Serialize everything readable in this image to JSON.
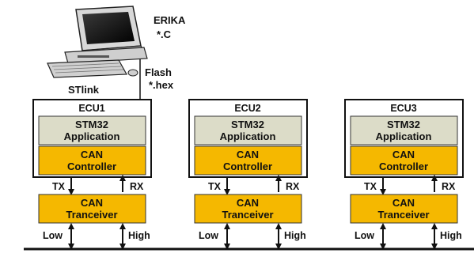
{
  "pc": {
    "name": "ERIKA",
    "source": "*.C",
    "link": "STlink",
    "flash": "Flash",
    "hex": "*.hex"
  },
  "ecus": [
    {
      "title": "ECU1",
      "app_line1": "STM32",
      "app_line2": "Application",
      "ctrl_line1": "CAN",
      "ctrl_line2": "Controller",
      "tx": "TX",
      "rx": "RX",
      "trx_line1": "CAN",
      "trx_line2": "Tranceiver",
      "low": "Low",
      "high": "High"
    },
    {
      "title": "ECU2",
      "app_line1": "STM32",
      "app_line2": "Application",
      "ctrl_line1": "CAN",
      "ctrl_line2": "Controller",
      "tx": "TX",
      "rx": "RX",
      "trx_line1": "CAN",
      "trx_line2": "Tranceiver",
      "low": "Low",
      "high": "High"
    },
    {
      "title": "ECU3",
      "app_line1": "STM32",
      "app_line2": "Application",
      "ctrl_line1": "CAN",
      "ctrl_line2": "Controller",
      "tx": "TX",
      "rx": "RX",
      "trx_line1": "CAN",
      "trx_line2": "Tranceiver",
      "low": "Low",
      "high": "High"
    }
  ],
  "colors": {
    "app_fill": "#dcdcc8",
    "can_fill": "#f5b800",
    "line": "#111111"
  },
  "icons": {
    "computer": "desktop-computer-icon"
  }
}
